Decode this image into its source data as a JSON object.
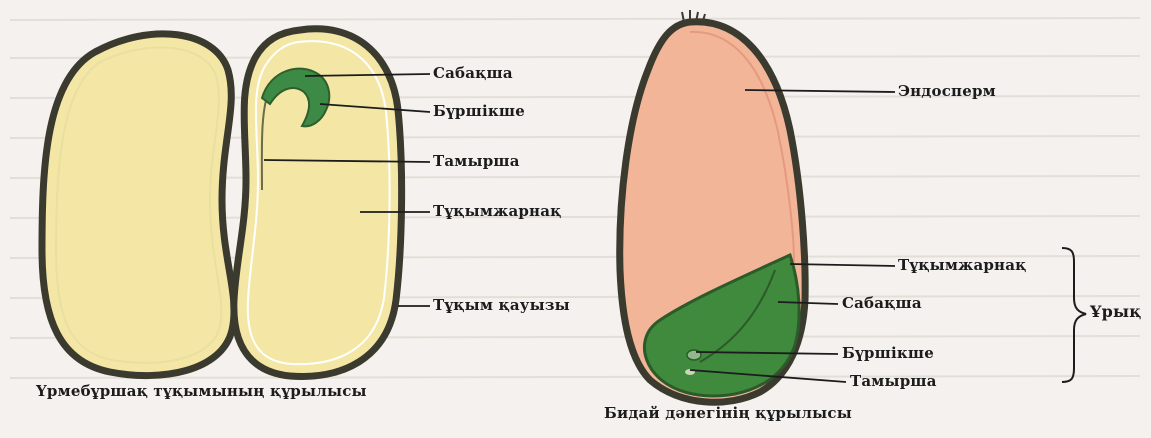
{
  "bean": {
    "labels": {
      "stem": "Сабақша",
      "bud": "Бүршікше",
      "root": "Тамырша",
      "cotyledon": "Тұқымжарнақ",
      "seed_coat": "Тұқым қауызы"
    },
    "caption": "Үрмебұршақ тұқымының құрылысы"
  },
  "wheat": {
    "labels": {
      "endosperm": "Эндосперм",
      "cotyledon": "Тұқымжарнақ",
      "stem": "Сабақша",
      "bud": "Бүршікше",
      "root": "Тамырша"
    },
    "embryo_group": "Ұрық",
    "caption": "Бидай дәнегінің құрылысы"
  },
  "colors": {
    "background": "#f4f1ee",
    "bean_fill": "#f4e7a6",
    "seed_coat": "#3b3a2e",
    "endosperm": "#f2b597",
    "embryo": "#3f8a3c",
    "sprout": "#3c8a46"
  }
}
